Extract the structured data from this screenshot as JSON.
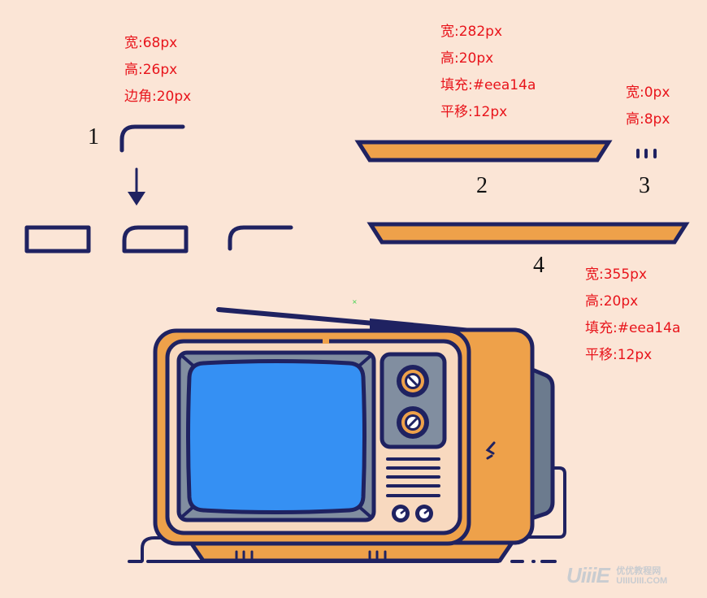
{
  "colors": {
    "background": "#fbe5d6",
    "outline": "#1f2261",
    "orange": "#eea14a",
    "cream": "#f8d9bf",
    "screen_blue": "#3590f3",
    "bezel_gray": "#818ea0",
    "side_gray": "#6c7b8e",
    "label_red": "#e8141b"
  },
  "steps": [
    {
      "number": "1",
      "specs": [
        "宽:68px",
        "高:26px",
        "边角:20px"
      ]
    },
    {
      "number": "2",
      "specs": [
        "宽:282px",
        "高:20px",
        "填充:#eea14a",
        "平移:12px"
      ]
    },
    {
      "number": "3",
      "specs": [
        "宽:0px",
        "高:8px"
      ]
    },
    {
      "number": "4",
      "specs": [
        "宽:355px",
        "高:20px",
        "填充:#eea14a",
        "平移:12px"
      ]
    }
  ],
  "watermark": {
    "logo": "UiiiE",
    "line1": "优优教程网",
    "line2": "UIIIUIII.COM"
  }
}
